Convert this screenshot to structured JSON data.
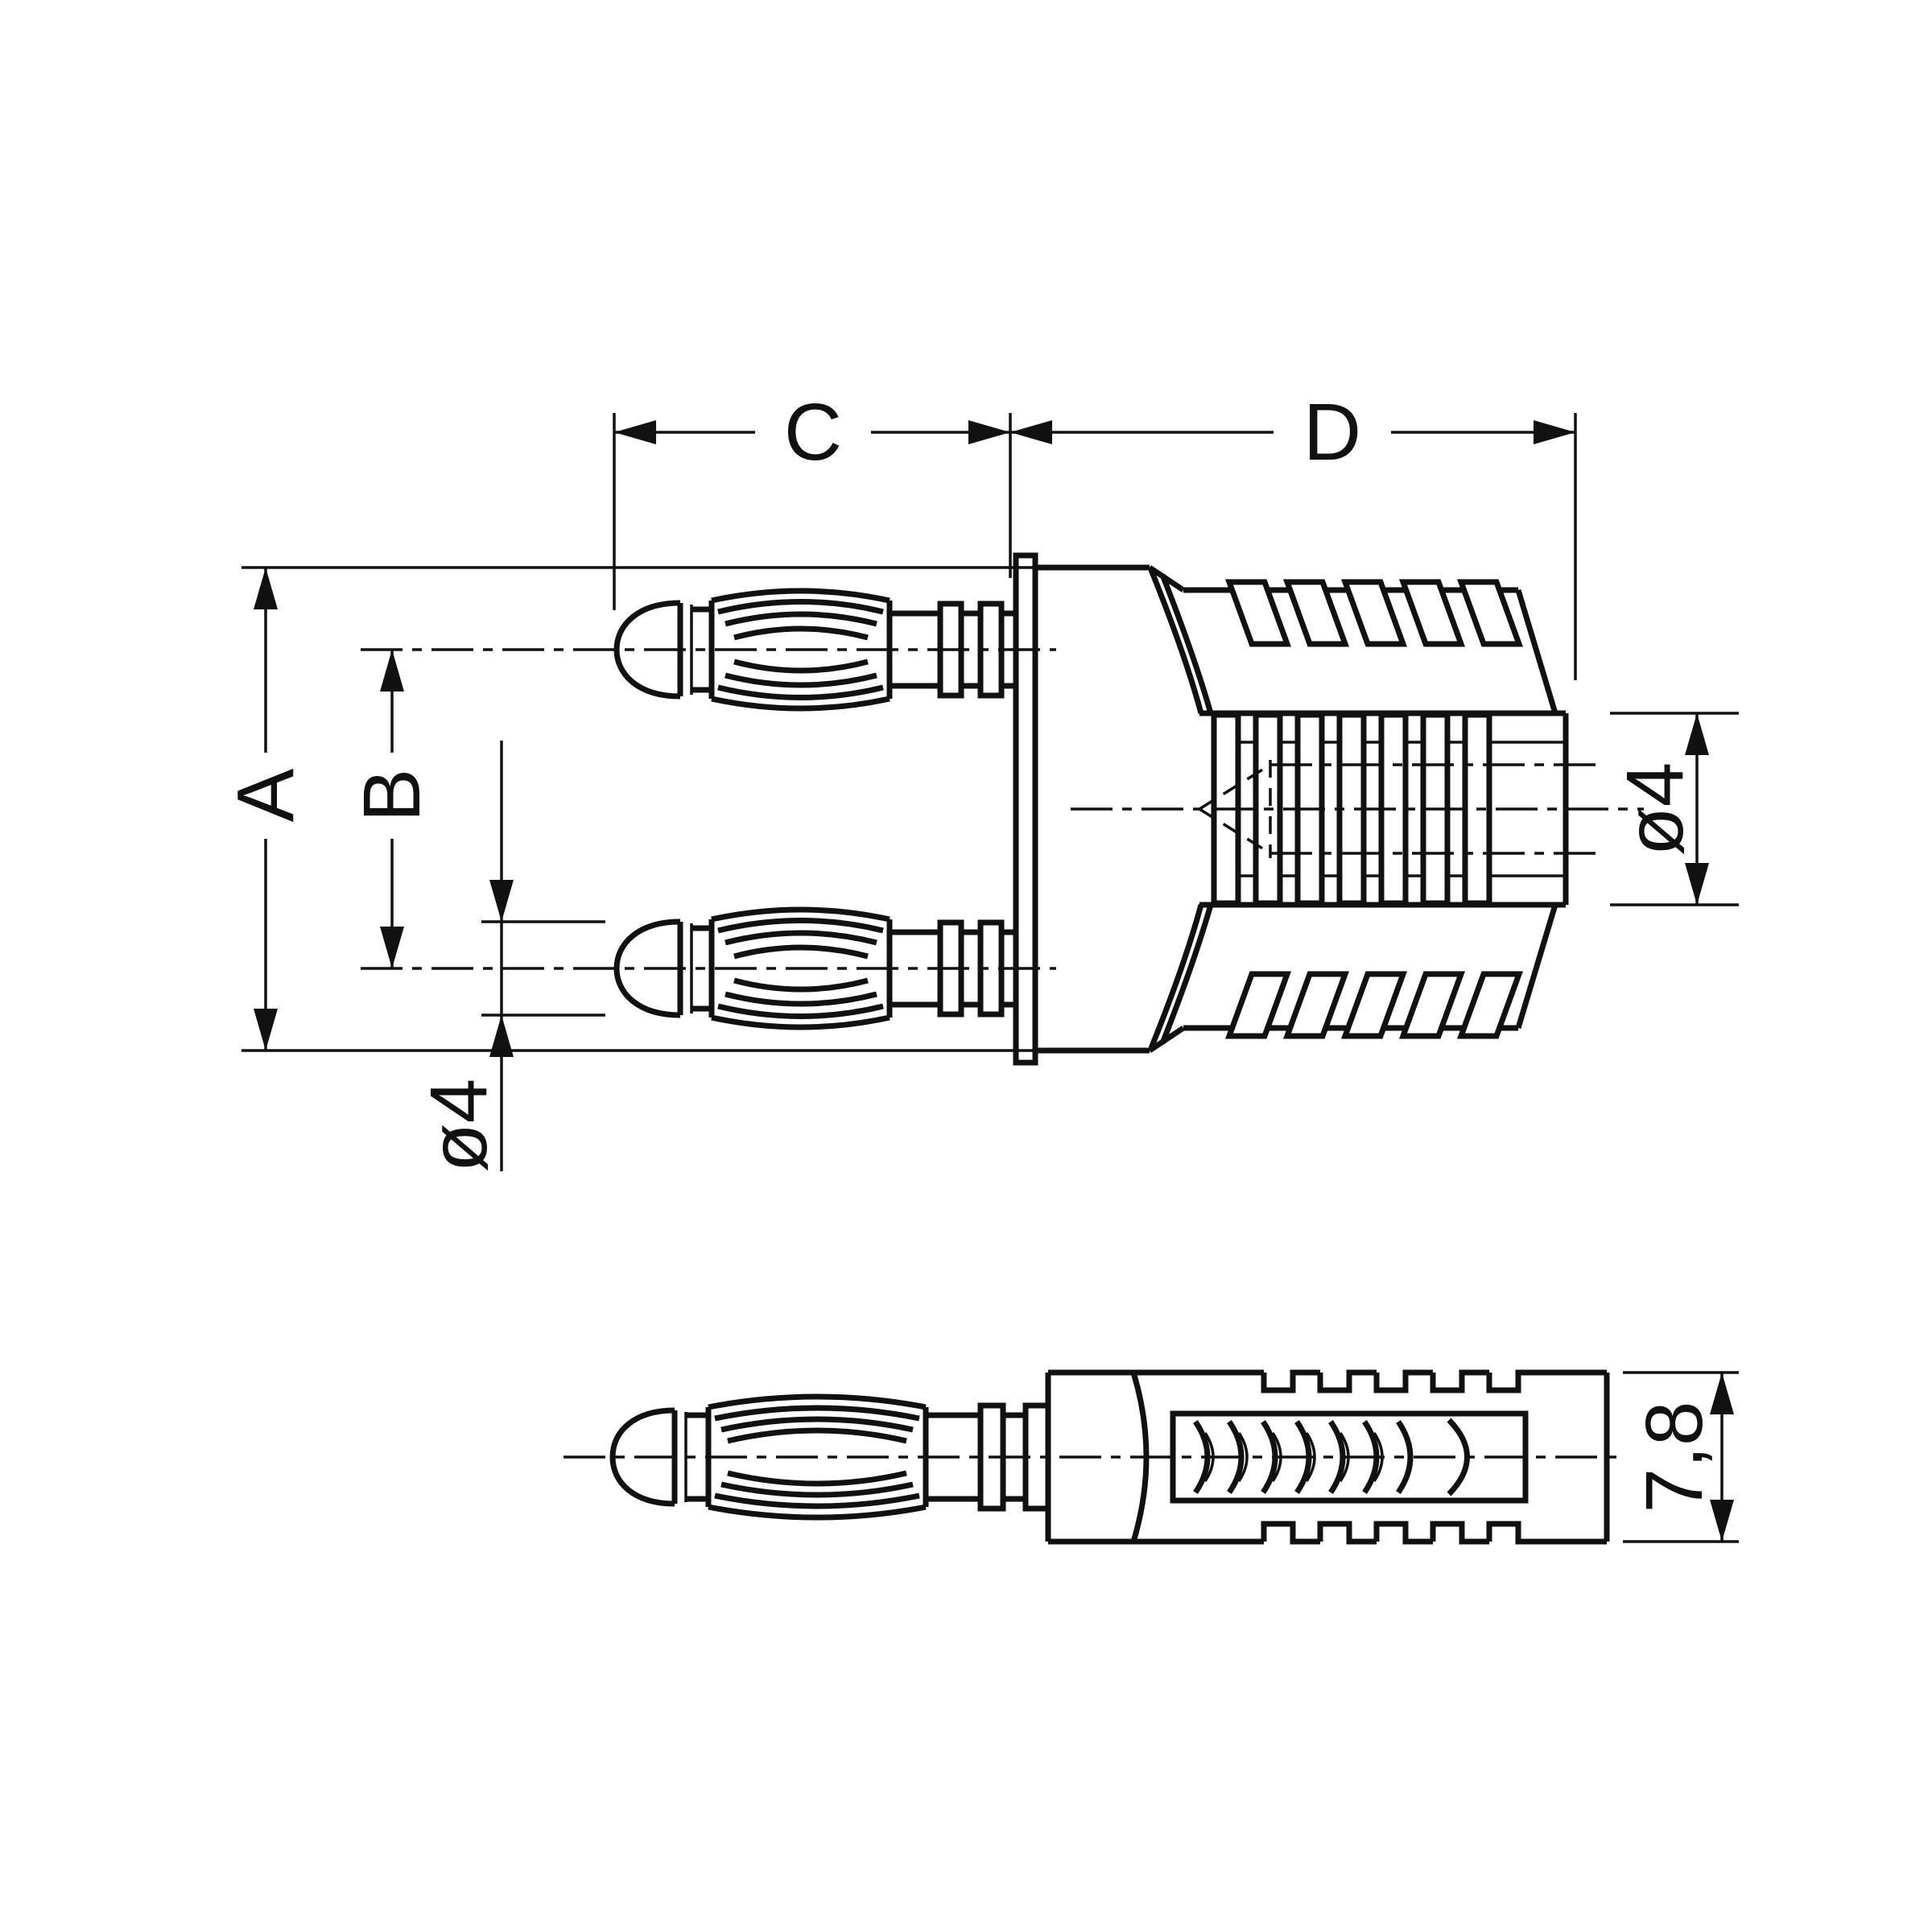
{
  "page": {
    "background_color": "#ffffff",
    "ink_color": "#111111",
    "description_glyphs_only": true
  },
  "dimensions": {
    "A": {
      "label": "A"
    },
    "B": {
      "label": "B"
    },
    "C": {
      "label": "C"
    },
    "D": {
      "label": "D"
    },
    "pin_diameter": {
      "label": "ø4"
    },
    "cable_diameter": {
      "label": "ø4"
    },
    "side_height": {
      "label": "7,8"
    }
  }
}
